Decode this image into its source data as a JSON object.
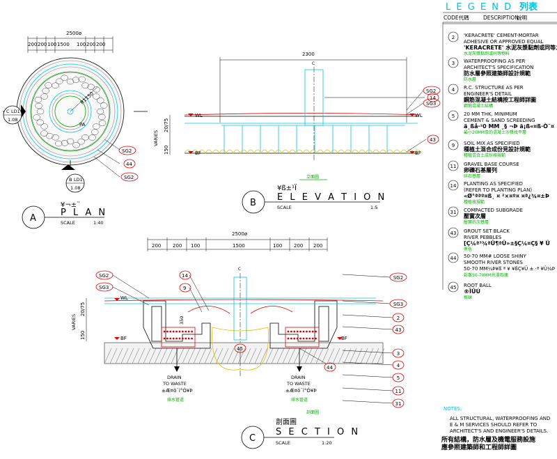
{
  "legend": {
    "title": "L E G E N D",
    "title_cn": "列表",
    "code_header": "CODE代碼",
    "desc_header": "DESCRIPTION",
    "desc_header_cn": "說明",
    "items": [
      {
        "code": "2",
        "lines": [
          "'KERACRETE' CEMENT-MORTAR",
          "ADHESIVE OR APPROVED EQUAL"
        ],
        "cn": "'KERACRETE' 水泥灰漿黏劑或同等之",
        "cn2": "水泥灰漿黏劑或同等物料"
      },
      {
        "code": "3",
        "lines": [
          "WATERPROOFING AS PER",
          "ARCHITECT'S SPECIFICATION"
        ],
        "cn": "防水層參照建築師設計規範",
        "cn2": "防水層"
      },
      {
        "code": "4",
        "lines": [
          "R.C. STRUCTURE AS PER",
          "ENGINEER'S DETAIL"
        ],
        "cn": "鋼筋混凝土結構按工程師詳圖",
        "cn2": "鋼筋混凝土結構"
      },
      {
        "code": "5",
        "lines": [
          "20 MM THK. MINIMUM",
          "CEMENT & SAND SCREEDING"
        ],
        "cn": "ä¸ßå·²0 MM ¸§ ¬Þ ä¡ß«¤ß·Ò¯¤",
        "cn2": "最小20MM厚的混凝土沙漿找平層"
      },
      {
        "code": "9",
        "lines": [
          "SOIL MIX AS SPECIFIED"
        ],
        "cn": "種植土混合成份見設計規範",
        "cn2": "種植混合土成份按規範"
      },
      {
        "code": "11",
        "lines": [
          "GRAVEL BASE COURSE"
        ],
        "cn": "卵礫石基層列",
        "cn2": "碎石基層"
      },
      {
        "code": "14",
        "lines": [
          "PLANTING AS SPECIFIED",
          "(REFER TO PLANTING PLAN)"
        ],
        "cn": "«Ø°ªªº¤ß¸ ¤ ²×¤º¤ ¤ª¿¾¤±Þ",
        "cn2": "種植按規範"
      },
      {
        "code": "31",
        "lines": [
          "COMPACTED SUBGRADE"
        ],
        "cn": "壓實次層",
        "cn2": "壓實的次基層"
      },
      {
        "code": "43",
        "lines": [
          "GROUT SET BLACK",
          "RIVER PEBBLES"
        ],
        "cn": "[Ç¼ª³¾ªÛ¶ªÛ­»±§Ç¼¤Ç§ ¥ Û",
        "cn2": "黑色"
      },
      {
        "code": "44",
        "lines": [
          "50-70 MM# LOOSE SHINY",
          "SMOOTH RIVER STONES",
          "50-70 MM¼Þ¥ß ª ¥ ¥ßÇ¥Û ± ·ª ¥Û¼Þ"
        ],
        "cn": "",
        "cn2": "鬆散50-70MM光滑石塊"
      },
      {
        "code": "45",
        "lines": [
          "ROOT BALL"
        ],
        "cn": "®ÎÛÚ",
        "cn2": "根球"
      }
    ]
  },
  "notes": {
    "title": "NOTES:",
    "lines": [
      "ALL STRUCTURAL, WATERPROOFING AND",
      "E & M SERVICES SHOULD REFER TO",
      "ARCHITECT'S AND ENGINEER'S DETAILS."
    ],
    "cn_lines": [
      "所有結構，防水層及機電服務設施",
      "應參照建築師和工程師詳圖"
    ]
  },
  "plan": {
    "letter": "A",
    "cn": "¥¬±¨",
    "title": "P L A N",
    "scale_label": "SCALE",
    "scale": "1:40",
    "overall_dim": "2500ø",
    "dims": [
      "200",
      "200",
      "100",
      "1500",
      "100",
      "200",
      "200"
    ],
    "radius_label": "R1150",
    "center_label": "PA",
    "tags": [
      "SG2",
      "44",
      "SG2"
    ],
    "section_c": {
      "letter": "C",
      "sheet": "LD1",
      "num": "1.08"
    },
    "section_b": {
      "letter": "B",
      "sheet": "LD1",
      "num": "1.08"
    }
  },
  "elevation": {
    "letter": "B",
    "cn": "¥ß­±¹Ï",
    "title": "E L E V A T I O N",
    "scale_label": "SCALE",
    "scale": "1:5",
    "green_label": "立面圖",
    "overall_dim": "2300",
    "cl": "C",
    "wl": "WL",
    "bf": "BF",
    "varies": "VARIES",
    "dims_v": [
      "20/75",
      "150"
    ],
    "tags": [
      "14",
      "SG2",
      "SG3",
      "43"
    ]
  },
  "section": {
    "letter": "C",
    "cn": "剖面圖",
    "title": "S E C T I O N",
    "scale_label": "SCALE",
    "scale": "1:20",
    "green_label": "剖面圖",
    "overall_dim": "2500ø",
    "dims": [
      "200",
      "200",
      "100",
      "1500",
      "100",
      "200",
      "200"
    ],
    "cl": "C",
    "wl": "WL",
    "bf": "BF",
    "varies": "VARIES",
    "dims_v": [
      "20/75",
      "150"
    ],
    "dim_350": "350",
    "drain_lines": [
      "DRAIN",
      "TO WASTE"
    ],
    "drain_cn": "±Æ¤ô¨ì°Ó¥Þ",
    "drain_green": "排水管道",
    "tags_left": [
      "SG2",
      "SG3",
      "14",
      "9"
    ],
    "tags_right": [
      "SG2",
      "SG3",
      "2",
      "43",
      "3",
      "4",
      "5",
      "44",
      "11",
      "31"
    ],
    "tag_45": "45"
  },
  "colors": {
    "red": "#e00000",
    "cyan": "#00c8e6",
    "green": "#00b000",
    "yellow": "#e0c000"
  }
}
